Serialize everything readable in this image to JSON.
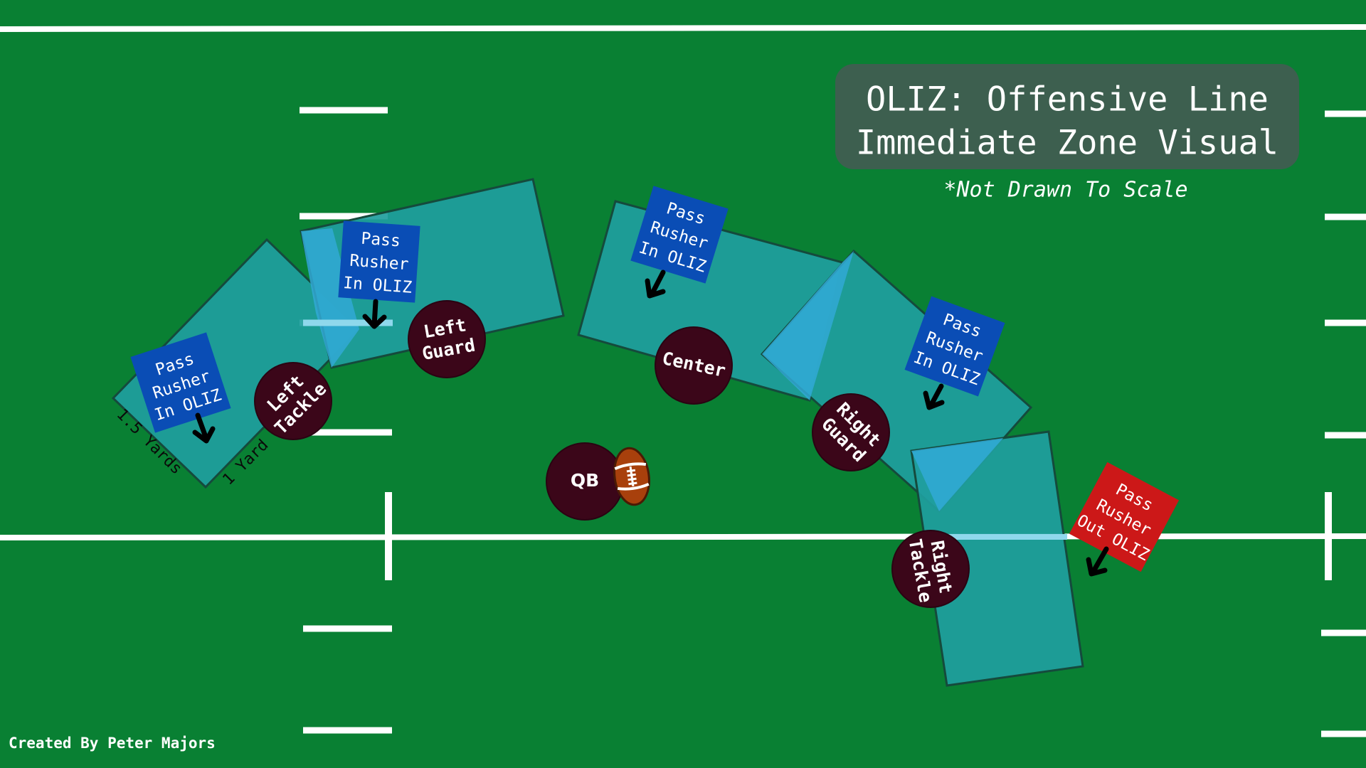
{
  "title": {
    "line1": "OLIZ: Offensive Line",
    "line2": "Immediate Zone Visual"
  },
  "note": "*Not Drawn To Scale",
  "credit": "Created By Peter Majors",
  "colors": {
    "field": "#098033",
    "zone": "#1f9e9e",
    "zone_overlap": "#31a9d6",
    "player": "#3b0619",
    "rusher_in_oliz": "#0a4db5",
    "rusher_out_oliz": "#cc1818",
    "title_box": "#3d5f4f"
  },
  "players": {
    "left_tackle": [
      "Left",
      "Tackle"
    ],
    "left_guard": [
      "Left",
      "Guard"
    ],
    "center": "Center",
    "right_guard": [
      "Right",
      "Guard"
    ],
    "right_tackle": [
      "Right",
      "Tackle"
    ],
    "qb": "QB"
  },
  "rushers": {
    "in_oliz": [
      "Pass",
      "Rusher",
      "In OLIZ"
    ],
    "out_oliz": [
      "Pass",
      "Rusher",
      "Out OLIZ"
    ]
  },
  "dimensions": {
    "width_label": "1.5 Yards",
    "depth_label": "1 Yard"
  },
  "icons": {
    "football": "football-icon",
    "arrow": "arrow-down-icon"
  }
}
